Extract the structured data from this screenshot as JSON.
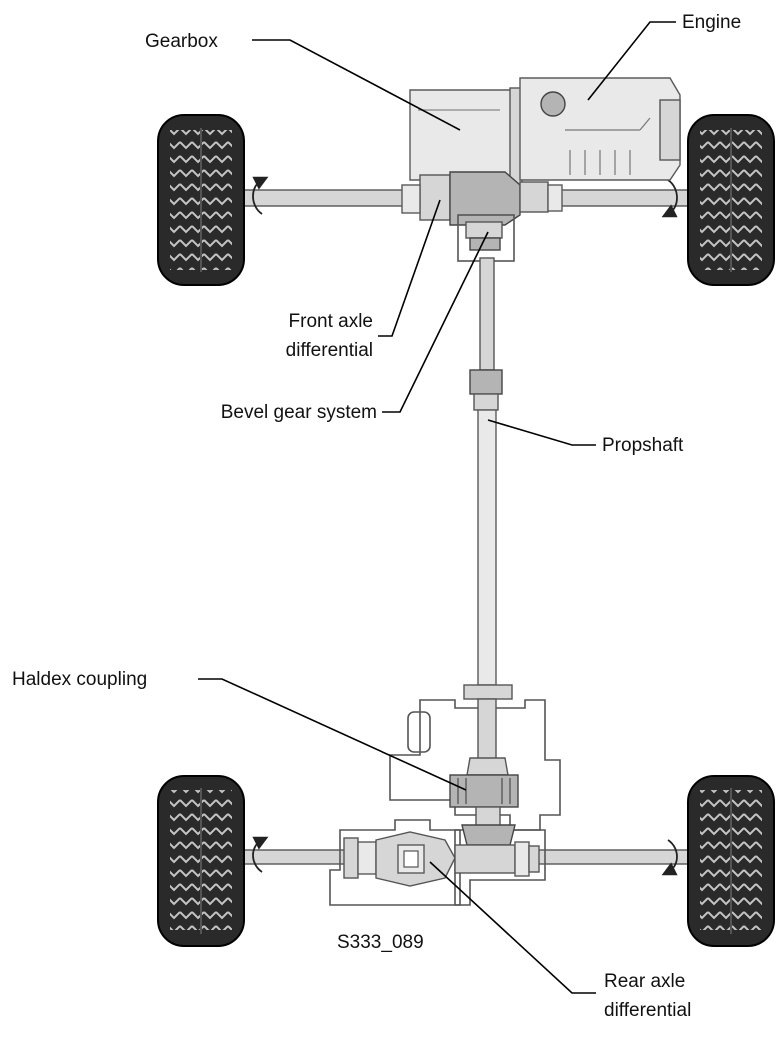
{
  "labels": {
    "gearbox": "Gearbox",
    "engine": "Engine",
    "front_axle_line1": "Front axle",
    "front_axle_line2": "differential",
    "bevel_gear": "Bevel gear system",
    "propshaft": "Propshaft",
    "haldex": "Haldex coupling",
    "rear_axle_line1": "Rear axle",
    "rear_axle_line2": "differential"
  },
  "figure_code": "S333_089",
  "colors": {
    "tyre": "#2a2a2a",
    "metal": "#d6d6d6",
    "leader": "#000000"
  }
}
